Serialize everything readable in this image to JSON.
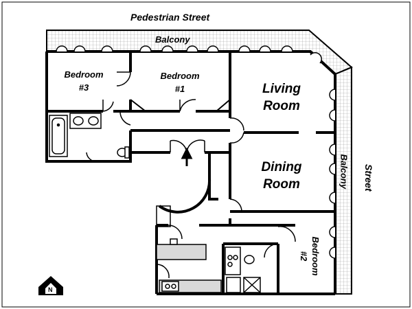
{
  "labels": {
    "pedestrian_street": "Pedestrian Street",
    "balcony_top": "Balcony",
    "bedroom3": [
      "Bedroom",
      "#3"
    ],
    "bedroom1": [
      "Bedroom",
      "#1"
    ],
    "living_room": [
      "Living",
      "Room"
    ],
    "dining_room": [
      "Dining",
      "Room"
    ],
    "balcony_right": "Balcony",
    "street": "Street",
    "bedroom2": [
      "Bedroom",
      "#2"
    ],
    "compass_letter": "N"
  },
  "colors": {
    "wall": "#000000",
    "tile": "#999999",
    "fixture_fill": "#ffffff",
    "counter_fill": "#d9d9d9"
  }
}
